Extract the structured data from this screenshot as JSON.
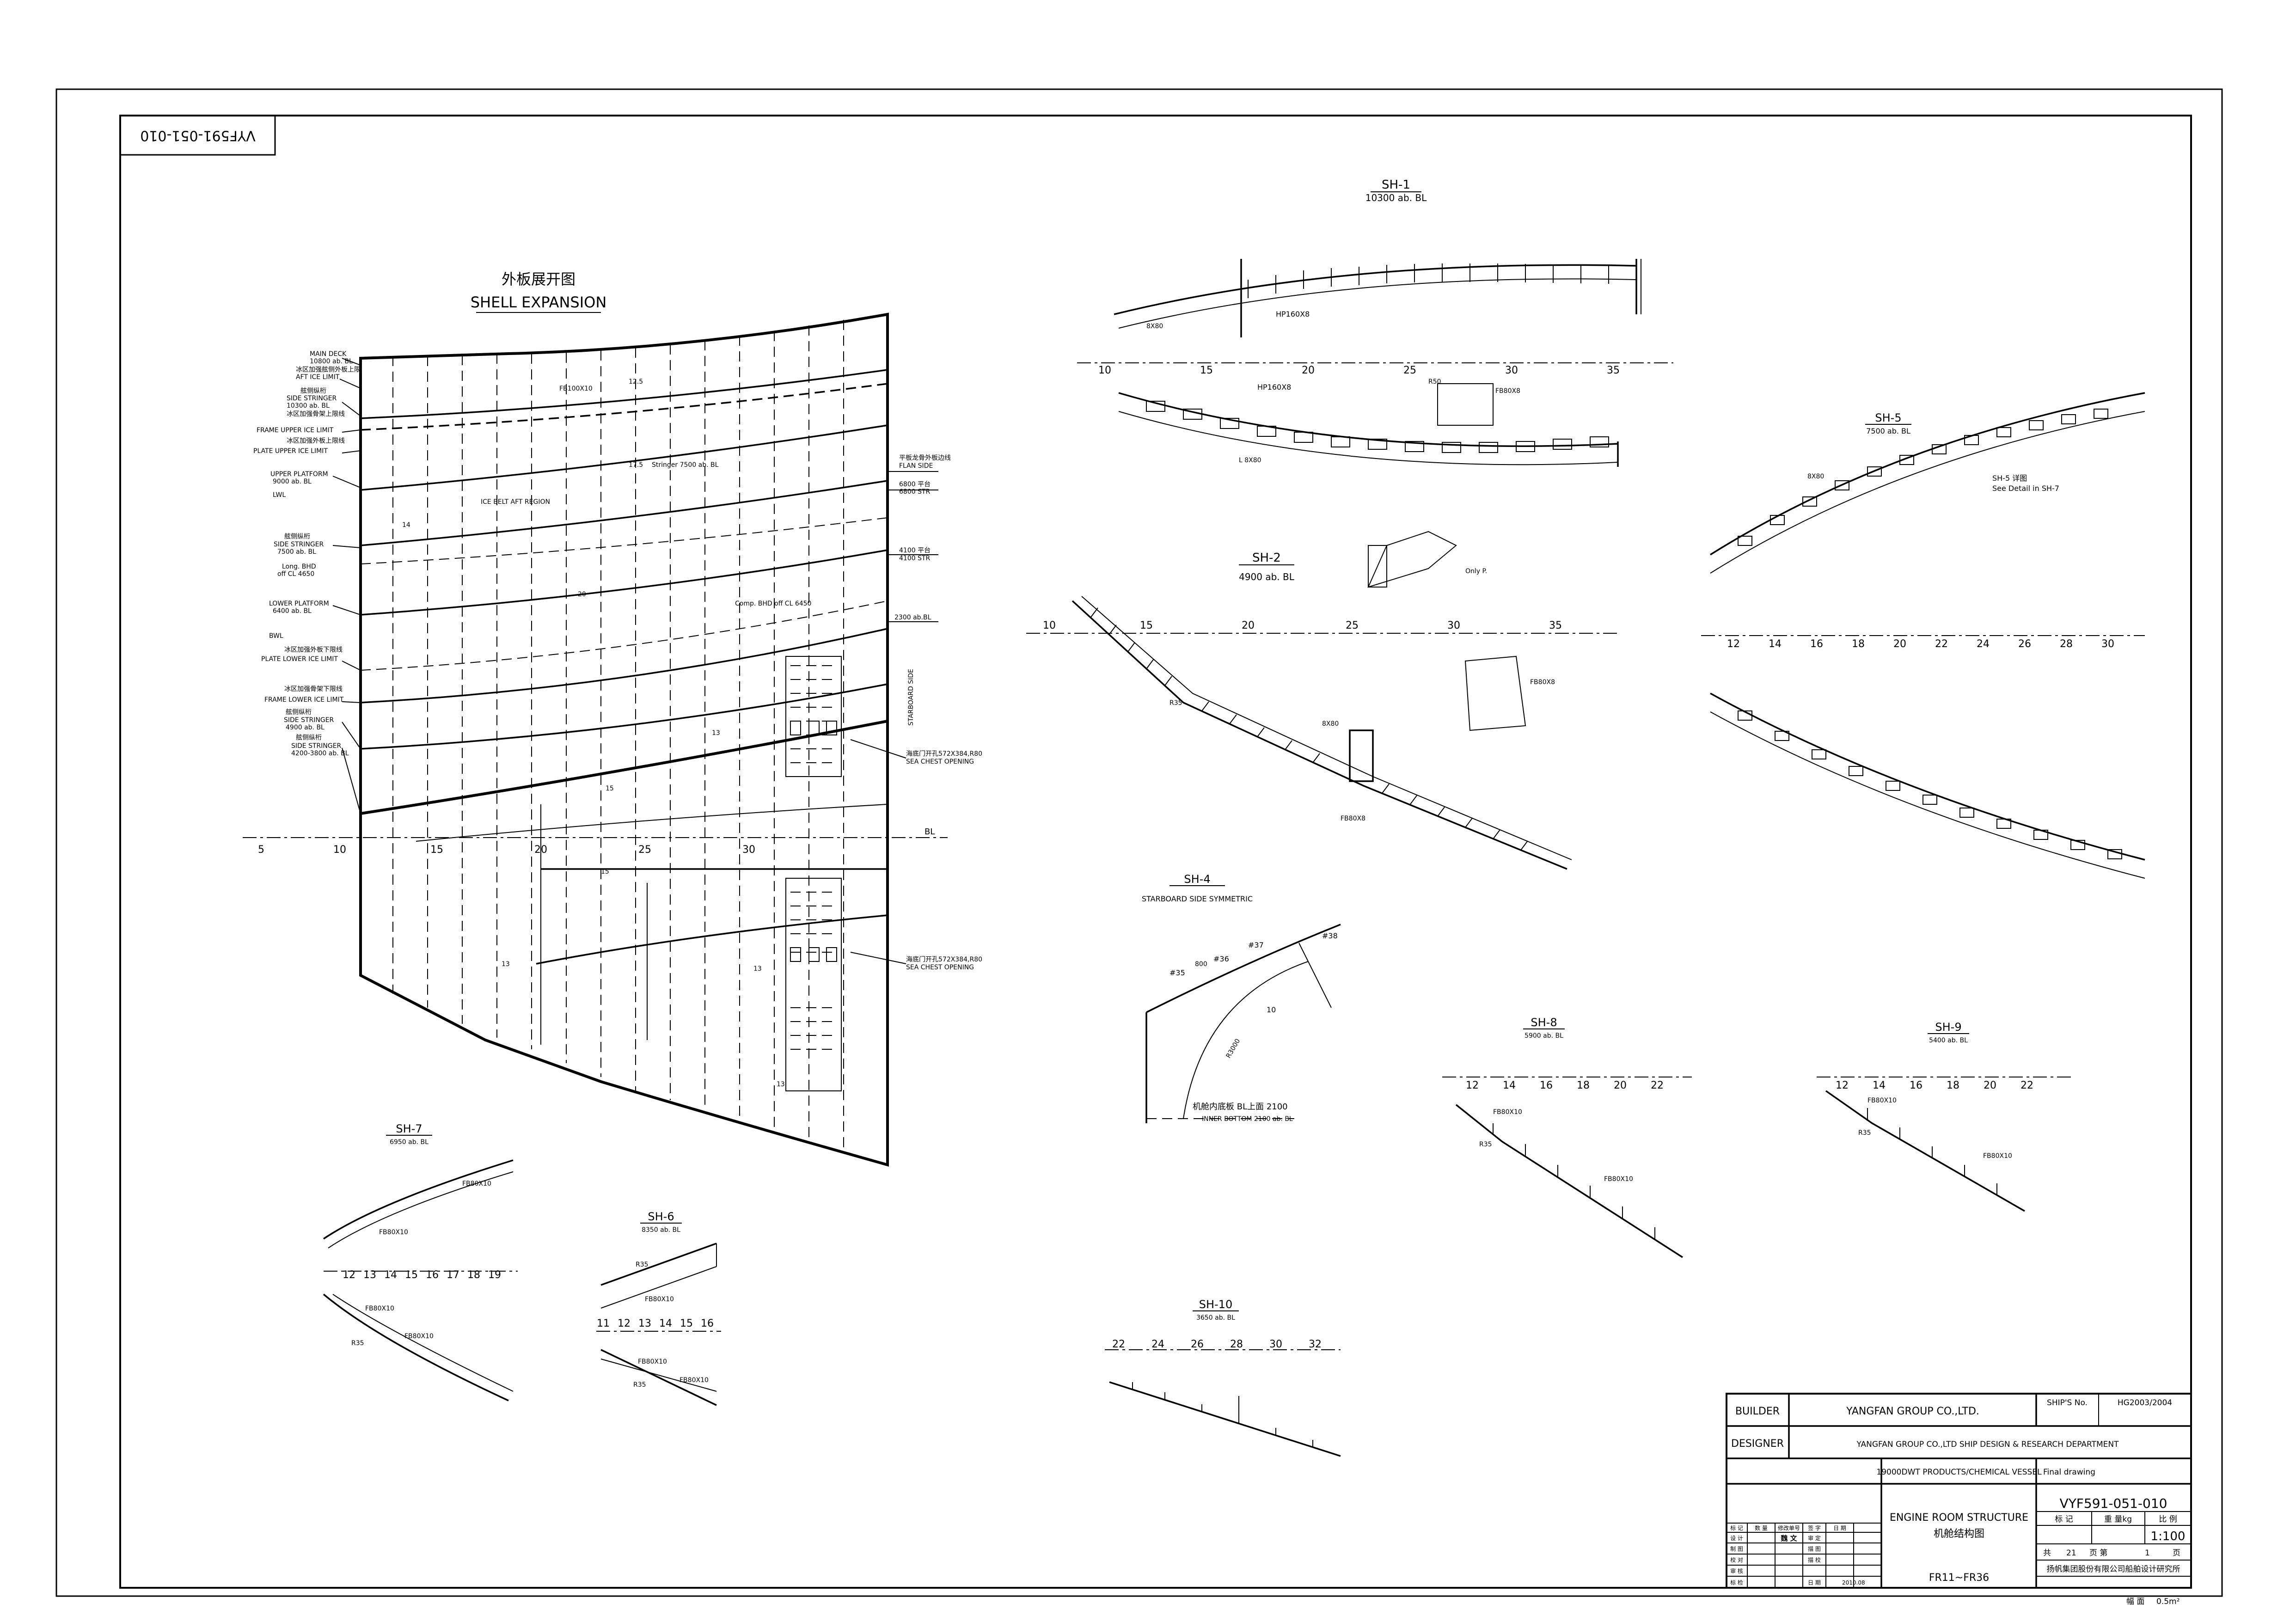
{
  "drawing_number_stamp": "VYF591-051-010",
  "shell_expansion": {
    "title_cn": "外板展开图",
    "title_en": "SHELL EXPANSION",
    "frame_numbers": [
      "5",
      "10",
      "15",
      "20",
      "25",
      "30"
    ],
    "waterline_label": "BL",
    "left_labels": [
      {
        "cn": "",
        "en": "MAIN DECK",
        "sub": "10800 ab. BL"
      },
      {
        "cn": "冰区加强舷侧外板上限",
        "en": "AFT ICE LIMIT",
        "sub": ""
      },
      {
        "cn": "舷侧纵桁",
        "en": "SIDE STRINGER",
        "sub": "10300 ab. BL"
      },
      {
        "cn": "冰区加强骨架上限线",
        "en": "FRAME UPPER ICE LIMIT",
        "sub": ""
      },
      {
        "cn": "冰区加强外板上限线",
        "en": "PLATE UPPER ICE LIMIT",
        "sub": ""
      },
      {
        "cn": "",
        "en": "UPPER PLATFORM",
        "sub": "9000 ab. BL"
      },
      {
        "cn": "",
        "en": "LWL",
        "sub": ""
      },
      {
        "cn": "舷侧纵桁",
        "en": "SIDE STRINGER",
        "sub": "7500 ab. BL"
      },
      {
        "cn": "",
        "en": "Long. BHD",
        "sub": "off CL 4650"
      },
      {
        "cn": "",
        "en": "LOWER PLATFORM",
        "sub": "6400 ab. BL"
      },
      {
        "cn": "",
        "en": "BWL",
        "sub": ""
      },
      {
        "cn": "冰区加强外板下限线",
        "en": "PLATE LOWER ICE LIMIT",
        "sub": ""
      },
      {
        "cn": "冰区加强骨架下限线",
        "en": "FRAME LOWER ICE LIMIT",
        "sub": ""
      },
      {
        "cn": "舷侧纵桁",
        "en": "SIDE STRINGER",
        "sub": "4900 ab. BL"
      },
      {
        "cn": "舷侧纵桁",
        "en": "SIDE STRINGER",
        "sub": "4200-3800 ab. BL"
      }
    ],
    "right_labels": [
      {
        "text": "FLAN SIDE",
        "sub": "平板龙骨外板边线"
      },
      {
        "text": "6800 平台",
        "sub": "6800 STR"
      },
      {
        "text": "4100 平台",
        "sub": "4100 STR"
      },
      {
        "text": "2300 ab.BL",
        "sub": ""
      },
      {
        "text": "STARBOARD SIDE",
        "sub": ""
      },
      {
        "text": "SEA CHEST OPENING",
        "sub": "海底门开孔572X384,R80"
      },
      {
        "text": "SEA CHEST OPENING",
        "sub": "海底门开孔572X384,R80"
      }
    ],
    "inner_labels": [
      "ICE BELT AFT REGION",
      "Stringer 7500 ab. BL",
      "Comp. BHD off CL 6450",
      "FB100X10",
      "12.5",
      "13",
      "15",
      "17.5",
      "20",
      "14"
    ]
  },
  "sections": [
    {
      "id": "SH-1",
      "level": "10300 ab. BL",
      "frames": [
        "10",
        "15",
        "20",
        "25",
        "30",
        "35"
      ],
      "notes": [
        "HP160X8",
        "8X80",
        "FB80X8",
        "R50",
        "L 8X80"
      ]
    },
    {
      "id": "SH-2",
      "level": "4900 ab. BL",
      "frames": [
        "10",
        "15",
        "20",
        "25",
        "30",
        "35"
      ],
      "notes": [
        "R35",
        "8X80",
        "FB80X8",
        "FB80X8",
        "Only P."
      ]
    },
    {
      "id": "SH-4",
      "level": "STARBOARD SIDE SYMMETRIC",
      "frames": [],
      "notes": [
        "#36",
        "#37",
        "#38",
        "#35",
        "800",
        "10",
        "R3000",
        "INNER BOTTOM 2100 ab. BL",
        "机舱内底板 BL上面 2100"
      ]
    },
    {
      "id": "SH-5",
      "level": "7500 ab. BL",
      "frames": [
        "12",
        "14",
        "16",
        "18",
        "20",
        "22",
        "24",
        "26",
        "28",
        "30"
      ],
      "notes": [
        "SH-5 详图",
        "See Detail in SH-7",
        "8X80"
      ]
    },
    {
      "id": "SH-6",
      "level": "8350 ab. BL",
      "frames": [
        "11",
        "12",
        "13",
        "14",
        "15",
        "16"
      ],
      "notes": [
        "R35",
        "FB80X10"
      ]
    },
    {
      "id": "SH-7",
      "level": "6950 ab. BL",
      "frames": [
        "12",
        "13",
        "14",
        "15",
        "16",
        "17",
        "18",
        "19"
      ],
      "notes": [
        "FB80X10",
        "R35"
      ]
    },
    {
      "id": "SH-8",
      "level": "5900 ab. BL",
      "frames": [
        "12",
        "14",
        "16",
        "18",
        "20",
        "22"
      ],
      "notes": [
        "FB80X10",
        "R35"
      ]
    },
    {
      "id": "SH-9",
      "level": "5400 ab. BL",
      "frames": [
        "12",
        "14",
        "16",
        "18",
        "20",
        "22"
      ],
      "notes": [
        "FB80X10",
        "R35"
      ]
    },
    {
      "id": "SH-10",
      "level": "3650 ab. BL",
      "frames": [
        "22",
        "24",
        "26",
        "28",
        "30",
        "32"
      ],
      "notes": []
    }
  ],
  "title_block": {
    "builder_label": "BUILDER",
    "builder": "YANGFAN GROUP CO.,LTD.",
    "ships_no_label": "SHIP'S No.",
    "ships_no": "HG2003/2004",
    "designer_label": "DESIGNER",
    "designer": "YANGFAN GROUP CO.,LTD SHIP DESIGN & RESEARCH DEPARTMENT",
    "vessel": "19000DWT PRODUCTS/CHEMICAL VESSEL",
    "stage": "Final drawing",
    "drawing_title_en": "ENGINE ROOM STRUCTURE",
    "drawing_title_cn": "机舱结构图",
    "frame_range": "FR11~FR36",
    "drawing_no": "VYF591-051-010",
    "mark_label": "标 记",
    "weight_label": "重 量kg",
    "scale_label": "比 例",
    "scale": "1:100",
    "sheets_total_label": "共",
    "sheets_total": "21",
    "sheet_label": "页 第",
    "sheet_no": "1",
    "page_label": "页",
    "company_cn": "扬帆集团股份有限公司船舶设计研究所",
    "area_label": "幅 面",
    "area_value": "0.5m²",
    "rev_headers": [
      "标 记",
      "数 量",
      "修改单号",
      "签 字",
      "日 期"
    ],
    "sign_rows": [
      {
        "role": "设 计",
        "name": "魏 文",
        "role2": "审 定"
      },
      {
        "role": "制 图",
        "name": "",
        "role2": "描 图"
      },
      {
        "role": "校 对",
        "name": "",
        "role2": "描 校"
      },
      {
        "role": "审 核",
        "name": "",
        "role2": ""
      },
      {
        "role": "标 检",
        "name": "",
        "role2": "日 期",
        "date": "2010.08"
      }
    ]
  }
}
